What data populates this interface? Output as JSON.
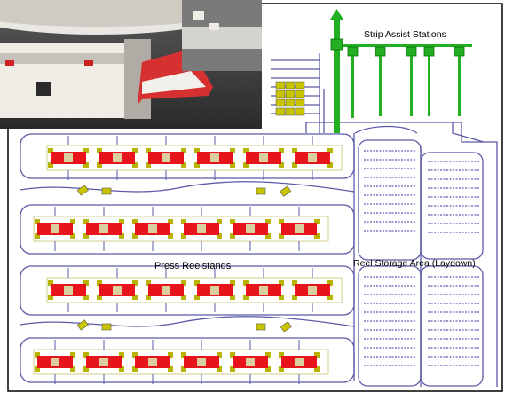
{
  "labels": {
    "strip_assist": "Strip Assist Stations",
    "press_reelstands": "Press Reelstands",
    "reel_storage": "Reel Storage Area (Laydown)"
  },
  "colors": {
    "background": "#ffffff",
    "track": "#5b5aa8",
    "reelstand_body": "#e8141c",
    "reelstand_core": "#d9cfa0",
    "reelstand_ends": "#b8b300",
    "station": "#22b022",
    "loaded_reel": "#c9c400",
    "storage_rack": "#9a9ad0",
    "outline": "#000000"
  },
  "photo": {
    "subject": "photo-of-automated-guided-vehicles-with-paper-reel"
  },
  "press_rows": [
    {
      "row": 1,
      "reelstands": 6
    },
    {
      "row": 2,
      "reelstands": 6
    },
    {
      "row": 3,
      "reelstands": 6
    },
    {
      "row": 4,
      "reelstands": 6
    }
  ],
  "strip_assist_station_count": 5,
  "storage_blocks": 4
}
